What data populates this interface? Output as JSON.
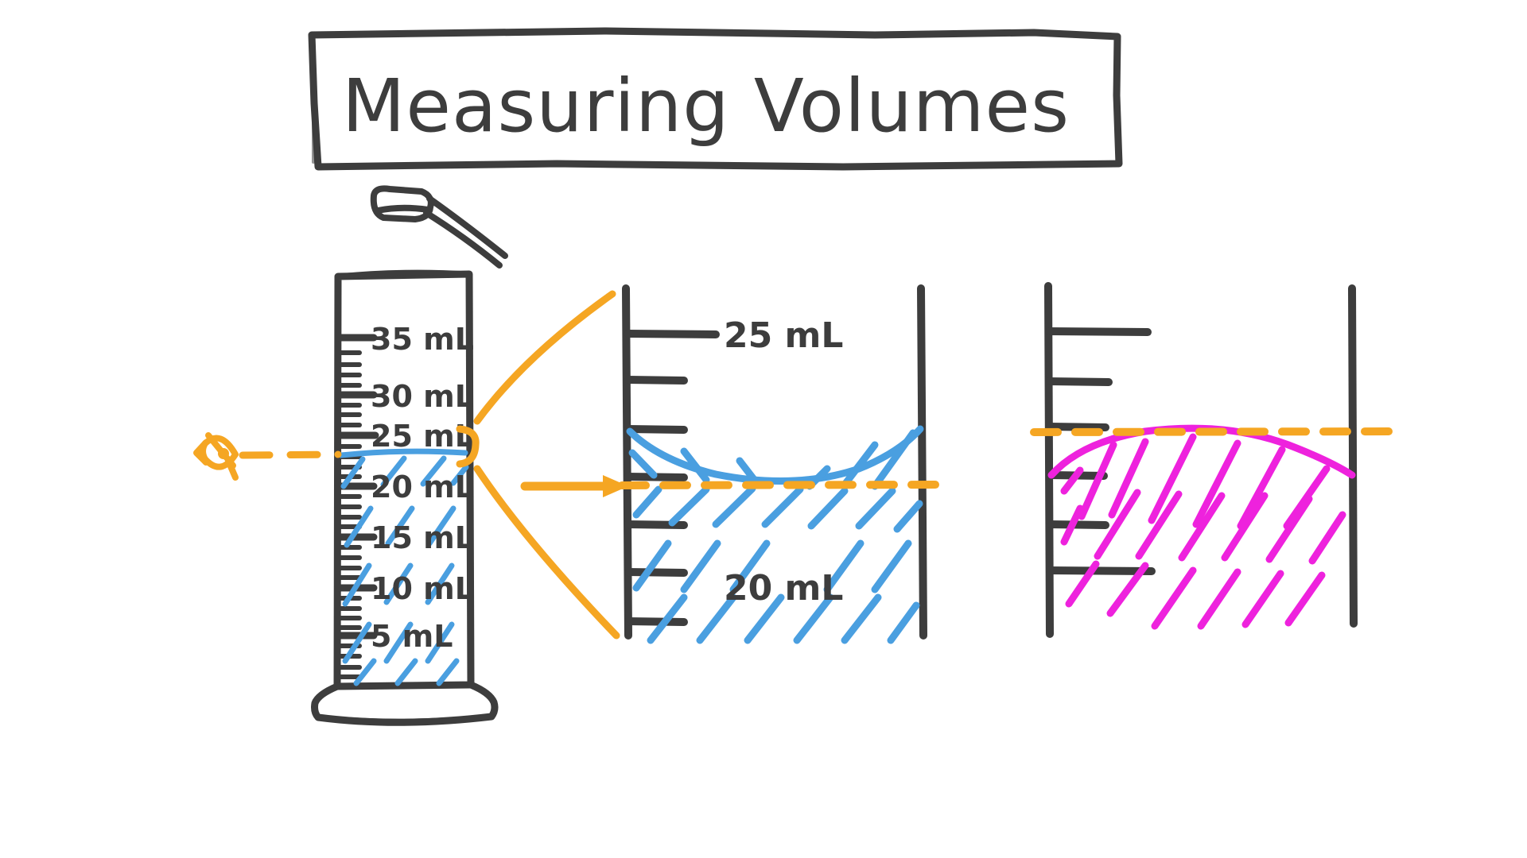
{
  "title": {
    "text": "Measuring Volumes",
    "box": true
  },
  "colors": {
    "ink": "#3d3d3d",
    "water": "#4a9fe0",
    "mercury": "#ee22dd",
    "marker": "#f5a623",
    "background": "#ffffff"
  },
  "cylinder": {
    "name": "graduated-cylinder",
    "scale_labels": [
      {
        "value": "35 mL"
      },
      {
        "value": "30 mL"
      },
      {
        "value": "25 mL"
      },
      {
        "value": "20 mL"
      },
      {
        "value": "15 mL"
      },
      {
        "value": "10 mL"
      },
      {
        "value": "5 mL"
      }
    ],
    "liquid_color": "#4a9fe0",
    "liquid_level_label": "20 mL",
    "has_spout": true,
    "has_base": true
  },
  "eye": {
    "name": "eye-level-indicator",
    "sight_line": "dashed",
    "color": "#f5a623"
  },
  "panel_water": {
    "name": "water-meniscus-panel",
    "top_label": "25 mL",
    "bottom_label": "20 mL",
    "meniscus_shape": "concave",
    "liquid_color": "#4a9fe0",
    "reading_line": "dashed",
    "reading_line_color": "#f5a623",
    "reading_position": "bottom-of-meniscus"
  },
  "panel_mercury": {
    "name": "mercury-meniscus-panel",
    "top_label": "",
    "bottom_label": "",
    "meniscus_shape": "convex",
    "liquid_color": "#ee22dd",
    "reading_line": "dashed",
    "reading_line_color": "#f5a623",
    "reading_position": "top-of-meniscus"
  },
  "callout": {
    "name": "magnifier-callout",
    "bracket": "}",
    "color": "#f5a623",
    "arrow": true
  }
}
